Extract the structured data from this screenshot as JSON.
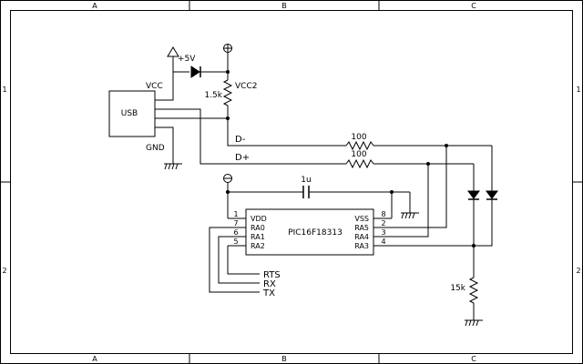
{
  "frame": {
    "cols": [
      "A",
      "B",
      "C"
    ],
    "rows": [
      "1",
      "2"
    ]
  },
  "power": {
    "supply_label": "+5V",
    "vcc2_label": "VCC2"
  },
  "usb": {
    "name": "USB",
    "vcc": "VCC",
    "gnd": "GND"
  },
  "resistors": {
    "pullup": "1.5k",
    "d_minus": "100",
    "d_plus": "100",
    "pulldown": "15k"
  },
  "capacitor": {
    "value": "1u"
  },
  "nets": {
    "d_minus": "D-",
    "d_plus": "D+"
  },
  "ic": {
    "name": "PIC16F18313",
    "left_pins": [
      {
        "num": "1",
        "name": "VDD"
      },
      {
        "num": "7",
        "name": "RA0"
      },
      {
        "num": "6",
        "name": "RA1"
      },
      {
        "num": "5",
        "name": "RA2"
      }
    ],
    "right_pins": [
      {
        "num": "8",
        "name": "VSS"
      },
      {
        "num": "2",
        "name": "RA5"
      },
      {
        "num": "3",
        "name": "RA4"
      },
      {
        "num": "4",
        "name": "RA3"
      }
    ]
  },
  "signals": [
    "RTS",
    "RX",
    "TX"
  ]
}
